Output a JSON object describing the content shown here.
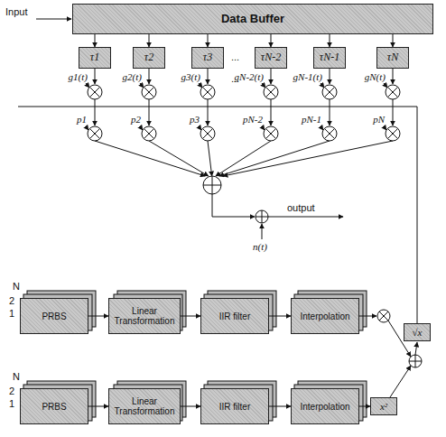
{
  "diagram": {
    "nodes": [
      {
        "text": [
          "Data Buffer"
        ]
      },
      {
        "text": [
          "τ1"
        ]
      },
      {
        "text": [
          "τ2"
        ]
      },
      {
        "text": [
          "τ3"
        ]
      },
      {
        "text": [
          "τN-2"
        ]
      },
      {
        "text": [
          "τN-1"
        ]
      },
      {
        "text": [
          "τN"
        ]
      },
      {
        "text": [
          "PRBS"
        ]
      },
      {
        "text": [
          "Linear Transformation"
        ]
      },
      {
        "text": [
          "IIR filter"
        ]
      },
      {
        "text": [
          "Interpolation"
        ]
      },
      {
        "text": [
          "PRBS"
        ]
      },
      {
        "text": [
          "Linear Transformation"
        ]
      },
      {
        "text": [
          "IIR filter"
        ]
      },
      {
        "text": [
          "Interpolation"
        ]
      },
      {
        "text": [
          "x²"
        ]
      },
      {
        "text": [
          "√x"
        ]
      }
    ],
    "edges": [
      {
        "from": 0,
        "to": 1,
        "arrow": "to"
      },
      {
        "from": 0,
        "to": 2,
        "arrow": "to"
      },
      {
        "from": 0,
        "to": 3,
        "arrow": "to"
      },
      {
        "from": 0,
        "to": 4,
        "arrow": "to"
      },
      {
        "from": 0,
        "to": 5,
        "arrow": "to"
      },
      {
        "from": 0,
        "to": 6,
        "arrow": "to"
      },
      {
        "from": 7,
        "to": 8,
        "arrow": "to"
      },
      {
        "from": 8,
        "to": 9,
        "arrow": "to"
      },
      {
        "from": 9,
        "to": 10,
        "arrow": "to"
      },
      {
        "from": 11,
        "to": 12,
        "arrow": "to"
      },
      {
        "from": 12,
        "to": 13,
        "arrow": "to"
      },
      {
        "from": 13,
        "to": 14,
        "arrow": "to"
      },
      {
        "from": 14,
        "to": 15,
        "arrow": "to"
      }
    ],
    "labels": [
      "Input",
      "...",
      "g1(t)",
      "g2(t)",
      "g3(t)",
      "...",
      "gN-2(t)",
      "gN-1(t)",
      "gN(t)",
      "p1",
      "p2",
      "p3",
      "pN-2",
      "pN-1",
      "pN",
      "output",
      "n(t)",
      "1",
      "2",
      "N",
      "1",
      "2",
      "N"
    ]
  }
}
